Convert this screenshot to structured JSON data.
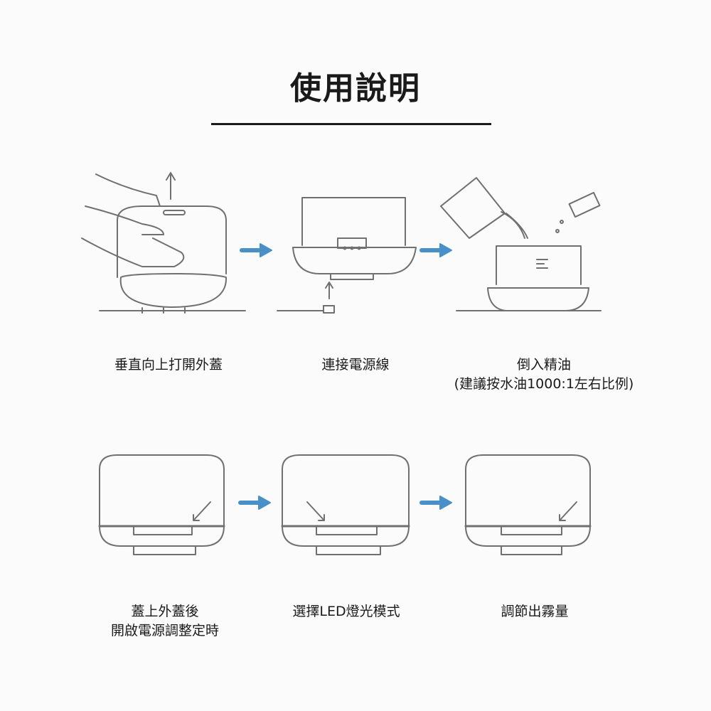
{
  "title": "使用說明",
  "steps": [
    {
      "lines": [
        "垂直向上打開外蓋"
      ]
    },
    {
      "lines": [
        "連接電源線"
      ]
    },
    {
      "lines": [
        "倒入精油",
        "(建議按水油1000:1左右比例)"
      ]
    },
    {
      "lines": [
        "蓋上外蓋後",
        "開啟電源調整定時"
      ]
    },
    {
      "lines": [
        "選擇LED燈光模式"
      ]
    },
    {
      "lines": [
        "調節出霧量"
      ]
    }
  ],
  "colors": {
    "arrow": "#4a90c8",
    "line": "#707070"
  }
}
